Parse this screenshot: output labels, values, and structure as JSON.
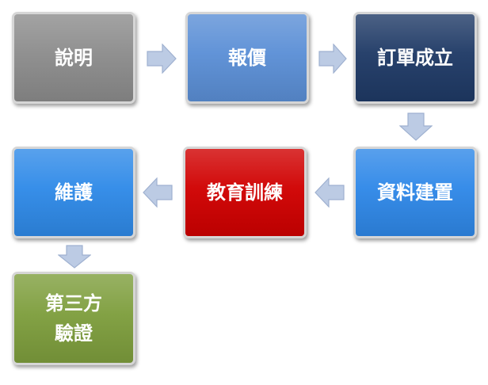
{
  "nodes": [
    {
      "lines": [
        "說明"
      ],
      "color": "#8c8c8c"
    },
    {
      "lines": [
        "報價"
      ],
      "color": "#5b8fd6"
    },
    {
      "lines": [
        "訂單成立"
      ],
      "color": "#1f3a66"
    },
    {
      "lines": [
        "資料建置"
      ],
      "color": "#2f88e8"
    },
    {
      "lines": [
        "教育訓練"
      ],
      "color": "#d00000"
    },
    {
      "lines": [
        "維護"
      ],
      "color": "#2f8ae8"
    },
    {
      "lines": [
        "第三方",
        "驗證"
      ],
      "color": "#7e9e3d"
    }
  ],
  "arrows": [
    {
      "icon": "right-arrow-icon"
    },
    {
      "icon": "right-arrow-icon"
    },
    {
      "icon": "down-arrow-icon"
    },
    {
      "icon": "left-arrow-icon"
    },
    {
      "icon": "left-arrow-icon"
    },
    {
      "icon": "down-arrow-icon"
    }
  ],
  "colors": {
    "arrow_fill": "#bccbe4",
    "arrow_stroke": "#9fb1d0",
    "text": "#ffffff"
  }
}
